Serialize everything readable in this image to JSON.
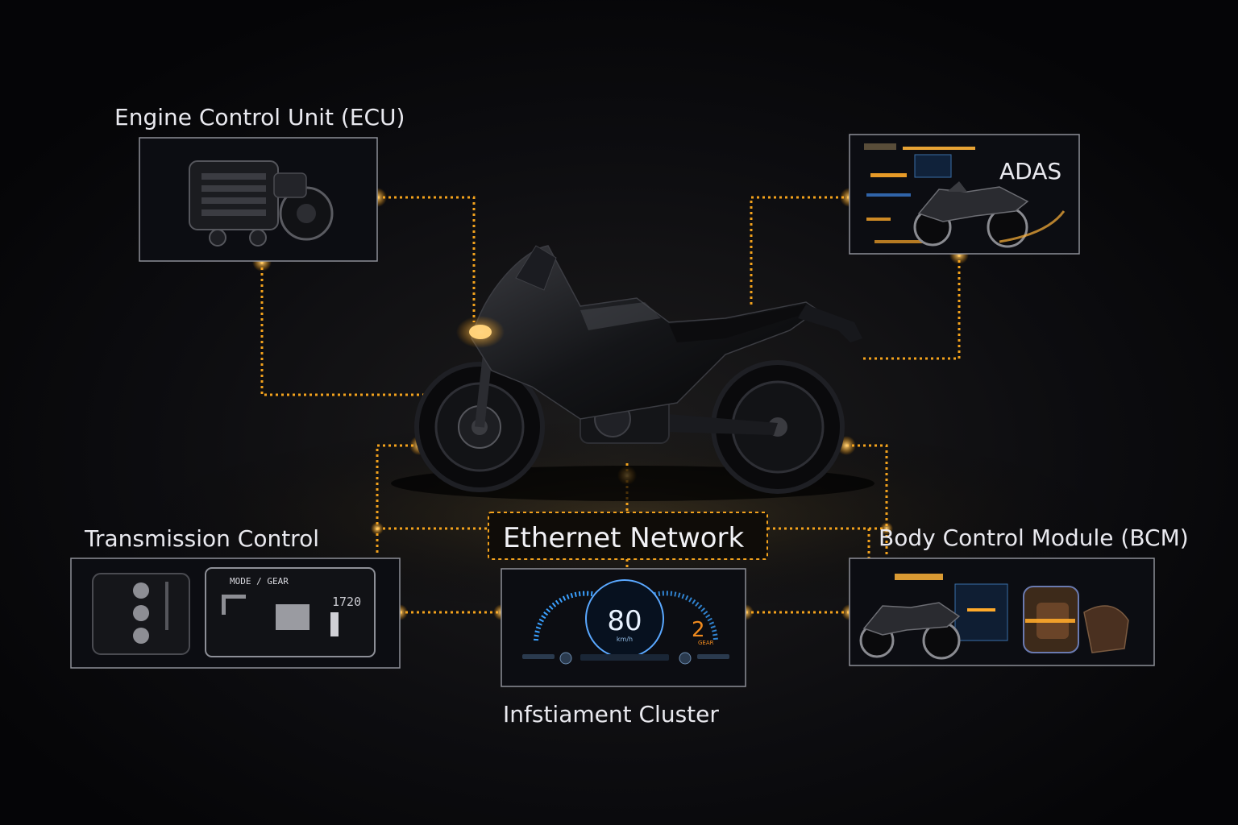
{
  "nodes": {
    "ecu": {
      "label": "Engine Control Unit (ECU)"
    },
    "adas": {
      "label": "ADAS"
    },
    "transmission": {
      "label": "Transmission Control",
      "screen_title": "MODE / GEAR",
      "readout": "1720"
    },
    "bcm": {
      "label": "Body Control Module (BCM)"
    },
    "ethernet": {
      "label": "Ethernet Network"
    },
    "cluster": {
      "label": "Infstiament Cluster",
      "speed": "80",
      "speed_unit": "km/h",
      "gear": "2",
      "gear_unit": "GEAR"
    }
  },
  "colors": {
    "wire": "#f3a21c",
    "glow": "#ffbb3a",
    "panel_border": "#8d8f97",
    "cluster_blue": "#3aa0ff",
    "cluster_orange": "#f08a1e"
  },
  "icons": [
    "engine-icon",
    "motorcycle-icon",
    "speedometer-icon",
    "gearbox-icon",
    "seat-icon"
  ]
}
